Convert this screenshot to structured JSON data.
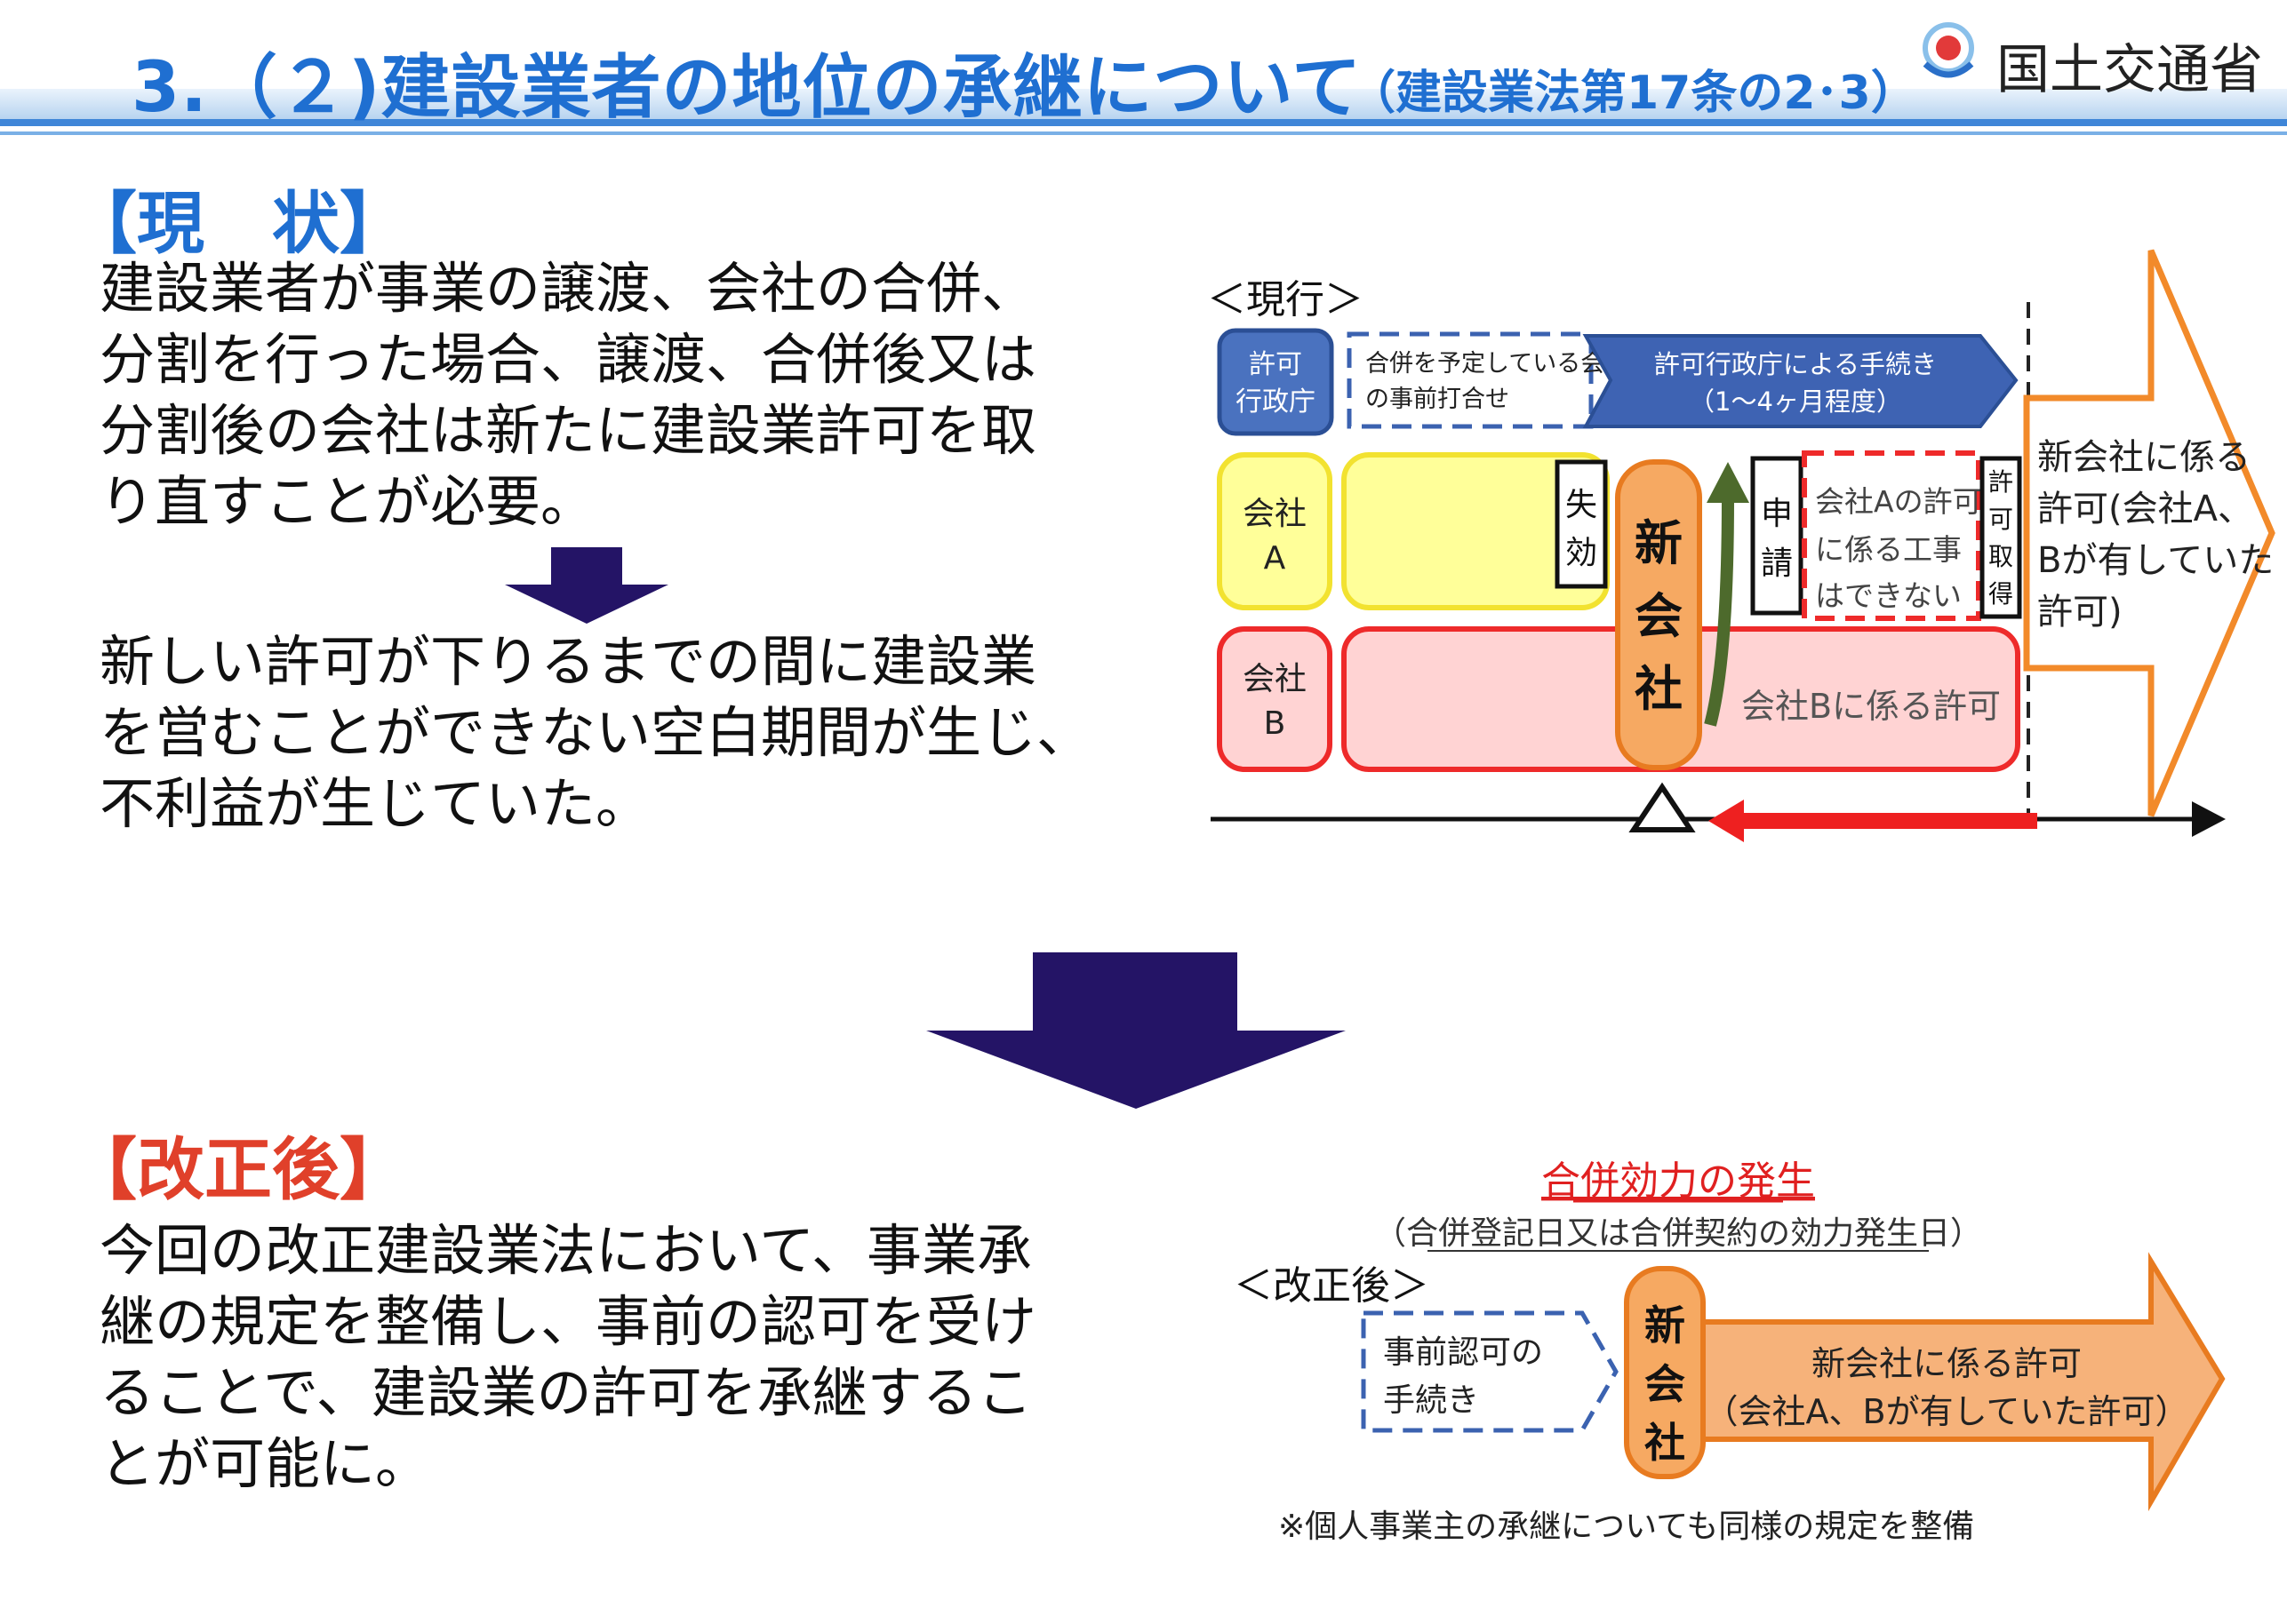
{
  "header": {
    "title": "3.（２)建設業者の地位の承継について",
    "subtitle": "（建設業法第17条の2･3）",
    "logo_text": "国土交通省"
  },
  "current": {
    "heading": "【現　状】",
    "para1": [
      "建設業者が事業の譲渡、会社の合併、",
      "分割を行った場合、譲渡、合併後又は",
      "分割後の会社は新たに建設業許可を取",
      "り直すことが必要。"
    ],
    "para2": [
      "新しい許可が下りるまでの間に建設業",
      "を営むことができない空白期間が生じ、",
      "不利益が生じていた。"
    ]
  },
  "revised": {
    "heading": "【改正後】",
    "para1": [
      "今回の改正建設業法において、事業承",
      "継の規定を整備し、事前の認可を受け",
      "ることで、建設業の許可を承継するこ",
      "とが可能に。"
    ]
  },
  "diagram_current": {
    "label": "＜現行＞",
    "authority": [
      "許可",
      "行政庁"
    ],
    "pre_meeting": [
      "合併を予定している会社と",
      "の事前打合せ"
    ],
    "procedure": [
      "許可行政庁による手続き",
      "（1～4ヶ月程度）"
    ],
    "company_a": [
      "会社",
      "A"
    ],
    "company_b": [
      "会社",
      "B"
    ],
    "expire": [
      "失",
      "効"
    ],
    "new_company": [
      "新",
      "会",
      "社"
    ],
    "apply": [
      "申",
      "請"
    ],
    "no_work": [
      "会社Aの許可",
      "に係る工事",
      "はできない"
    ],
    "acquire": [
      "許",
      "可",
      "取",
      "得"
    ],
    "company_b_permit": "会社Bに係る許可",
    "result": [
      "新会社に係る",
      "許可(会社A、",
      "Bが有していた",
      "許可)"
    ]
  },
  "diagram_revised": {
    "merge_effect": "合併効力の発生",
    "merge_note": "（合併登記日又は合併契約の効力発生日）",
    "label": "＜改正後＞",
    "pre_approval": [
      "事前認可の",
      "手続き"
    ],
    "new_company": [
      "新",
      "会",
      "社"
    ],
    "result": [
      "新会社に係る許可",
      "（会社A、Bが有していた許可）"
    ],
    "footnote": "※個人事業主の承継についても同様の規定を整備"
  },
  "colors": {
    "title_blue": "#1f6fd1",
    "revised_red": "#e0402a",
    "arrow_navy": "#241466",
    "orange": "#f28a2a",
    "authority_blue": "#3b62b0"
  }
}
